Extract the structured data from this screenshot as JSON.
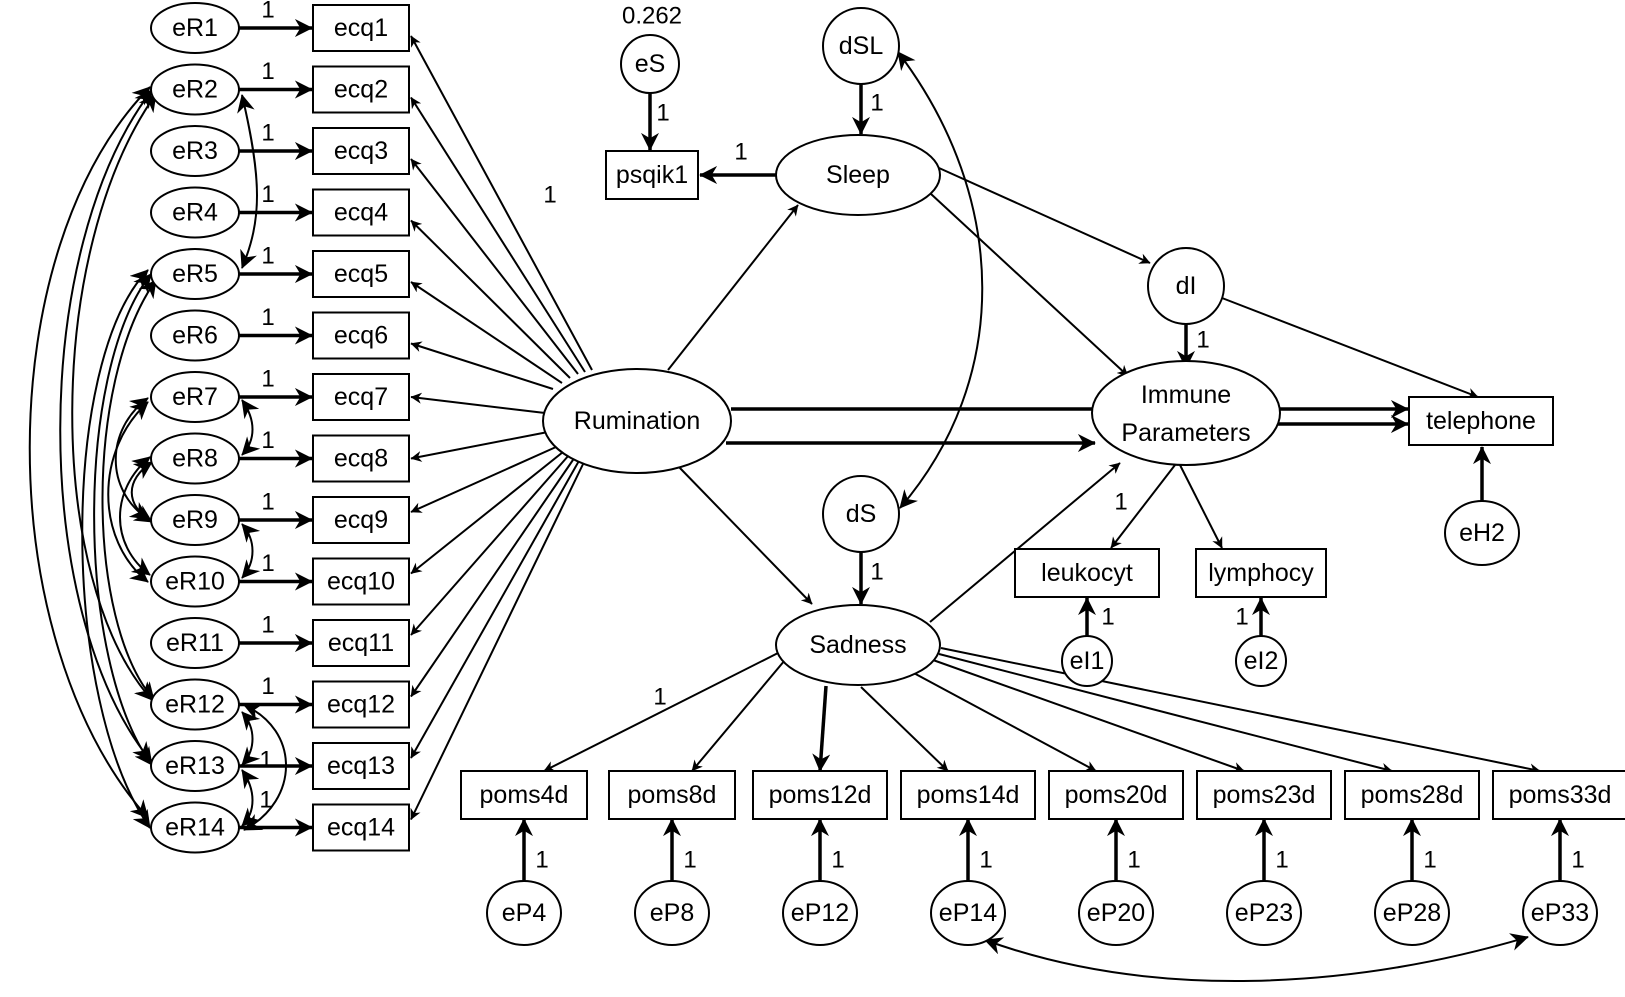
{
  "title": "Structural equation model: Rumination, Sleep, Sadness, Immune Parameters",
  "colors": {
    "stroke": "#000000",
    "background": "#ffffff"
  },
  "nodes": {
    "eR1": {
      "label": "eR1",
      "type": "error"
    },
    "eR2": {
      "label": "eR2",
      "type": "error"
    },
    "eR3": {
      "label": "eR3",
      "type": "error"
    },
    "eR4": {
      "label": "eR4",
      "type": "error"
    },
    "eR5": {
      "label": "eR5",
      "type": "error"
    },
    "eR6": {
      "label": "eR6",
      "type": "error"
    },
    "eR7": {
      "label": "eR7",
      "type": "error"
    },
    "eR8": {
      "label": "eR8",
      "type": "error"
    },
    "eR9": {
      "label": "eR9",
      "type": "error"
    },
    "eR10": {
      "label": "eR10",
      "type": "error"
    },
    "eR11": {
      "label": "eR11",
      "type": "error"
    },
    "eR12": {
      "label": "eR12",
      "type": "error"
    },
    "eR13": {
      "label": "eR13",
      "type": "error"
    },
    "eR14": {
      "label": "eR14",
      "type": "error"
    },
    "ecq1": {
      "label": "ecq1",
      "type": "observed"
    },
    "ecq2": {
      "label": "ecq2",
      "type": "observed"
    },
    "ecq3": {
      "label": "ecq3",
      "type": "observed"
    },
    "ecq4": {
      "label": "ecq4",
      "type": "observed"
    },
    "ecq5": {
      "label": "ecq5",
      "type": "observed"
    },
    "ecq6": {
      "label": "ecq6",
      "type": "observed"
    },
    "ecq7": {
      "label": "ecq7",
      "type": "observed"
    },
    "ecq8": {
      "label": "ecq8",
      "type": "observed"
    },
    "ecq9": {
      "label": "ecq9",
      "type": "observed"
    },
    "ecq10": {
      "label": "ecq10",
      "type": "observed"
    },
    "ecq11": {
      "label": "ecq11",
      "type": "observed"
    },
    "ecq12": {
      "label": "ecq12",
      "type": "observed"
    },
    "ecq13": {
      "label": "ecq13",
      "type": "observed"
    },
    "ecq14": {
      "label": "ecq14",
      "type": "observed"
    },
    "Rumination": {
      "label": "Rumination",
      "type": "latent"
    },
    "Sleep": {
      "label": "Sleep",
      "type": "latent"
    },
    "Sadness": {
      "label": "Sadness",
      "type": "latent"
    },
    "Immune": {
      "label": "Immune",
      "label2": "Parameters",
      "type": "latent"
    },
    "psqik1": {
      "label": "psqik1",
      "type": "observed"
    },
    "eS": {
      "label": "eS",
      "type": "error",
      "variance": "0.262"
    },
    "dSL": {
      "label": "dSL",
      "type": "disturbance"
    },
    "dS": {
      "label": "dS",
      "type": "disturbance"
    },
    "dI": {
      "label": "dI",
      "type": "disturbance"
    },
    "telephone": {
      "label": "telephone",
      "type": "observed"
    },
    "eH2": {
      "label": "eH2",
      "type": "error"
    },
    "leukocyt": {
      "label": "leukocyt",
      "type": "observed"
    },
    "lymphocy": {
      "label": "lymphocy",
      "type": "observed"
    },
    "eI1": {
      "label": "eI1",
      "type": "error"
    },
    "eI2": {
      "label": "eI2",
      "type": "error"
    },
    "poms4d": {
      "label": "poms4d",
      "type": "observed"
    },
    "poms8d": {
      "label": "poms8d",
      "type": "observed"
    },
    "poms12d": {
      "label": "poms12d",
      "type": "observed"
    },
    "poms14d": {
      "label": "poms14d",
      "type": "observed"
    },
    "poms20d": {
      "label": "poms20d",
      "type": "observed"
    },
    "poms23d": {
      "label": "poms23d",
      "type": "observed"
    },
    "poms28d": {
      "label": "poms28d",
      "type": "observed"
    },
    "poms33d": {
      "label": "poms33d",
      "type": "observed"
    },
    "eP4": {
      "label": "eP4",
      "type": "error"
    },
    "eP8": {
      "label": "eP8",
      "type": "error"
    },
    "eP12": {
      "label": "eP12",
      "type": "error"
    },
    "eP14": {
      "label": "eP14",
      "type": "error"
    },
    "eP20": {
      "label": "eP20",
      "type": "error"
    },
    "eP23": {
      "label": "eP23",
      "type": "error"
    },
    "eP28": {
      "label": "eP28",
      "type": "error"
    },
    "eP33": {
      "label": "eP33",
      "type": "error"
    }
  },
  "coefficients": {
    "fixed": "1",
    "rumination_loading": "1"
  },
  "paths": [
    {
      "from": "Rumination",
      "to": "Sleep"
    },
    {
      "from": "Rumination",
      "to": "Sadness"
    },
    {
      "from": "Rumination",
      "to": "Immune"
    },
    {
      "from": "Rumination",
      "to": "telephone"
    },
    {
      "from": "Sleep",
      "to": "psqik1",
      "label": "1"
    },
    {
      "from": "Sleep",
      "to": "Immune"
    },
    {
      "from": "Sleep",
      "to": "dI"
    },
    {
      "from": "dI",
      "to": "telephone"
    },
    {
      "from": "dI",
      "to": "Immune",
      "label": "1"
    },
    {
      "from": "Immune",
      "to": "telephone"
    },
    {
      "from": "Immune",
      "to": "leukocyt",
      "label": "1"
    },
    {
      "from": "Immune",
      "to": "lymphocy"
    },
    {
      "from": "Sadness",
      "to": "Immune"
    },
    {
      "from": "eH2",
      "to": "telephone"
    },
    {
      "from": "eS",
      "to": "psqik1",
      "label": "1"
    },
    {
      "from": "dSL",
      "to": "Sleep",
      "label": "1"
    },
    {
      "from": "dS",
      "to": "Sadness",
      "label": "1"
    },
    {
      "from": "eI1",
      "to": "leukocyt",
      "label": "1"
    },
    {
      "from": "eI2",
      "to": "lymphocy",
      "label": "1"
    }
  ],
  "covariances": [
    [
      "dSL",
      "dS"
    ],
    [
      "eP14",
      "eP33"
    ],
    [
      "eR2",
      "eR5"
    ],
    [
      "eR7",
      "eR8"
    ],
    [
      "eR9",
      "eR10"
    ],
    [
      "eR12",
      "eR13"
    ],
    [
      "eR13",
      "eR14"
    ],
    [
      "eR12",
      "eR14"
    ],
    [
      "eR7",
      "eR9"
    ],
    [
      "eR7",
      "eR10"
    ],
    [
      "eR8",
      "eR9"
    ],
    [
      "eR8",
      "eR10"
    ],
    [
      "eR2",
      "eR12"
    ],
    [
      "eR2",
      "eR13"
    ],
    [
      "eR2",
      "eR14"
    ],
    [
      "eR5",
      "eR12"
    ],
    [
      "eR5",
      "eR13"
    ],
    [
      "eR5",
      "eR14"
    ]
  ]
}
